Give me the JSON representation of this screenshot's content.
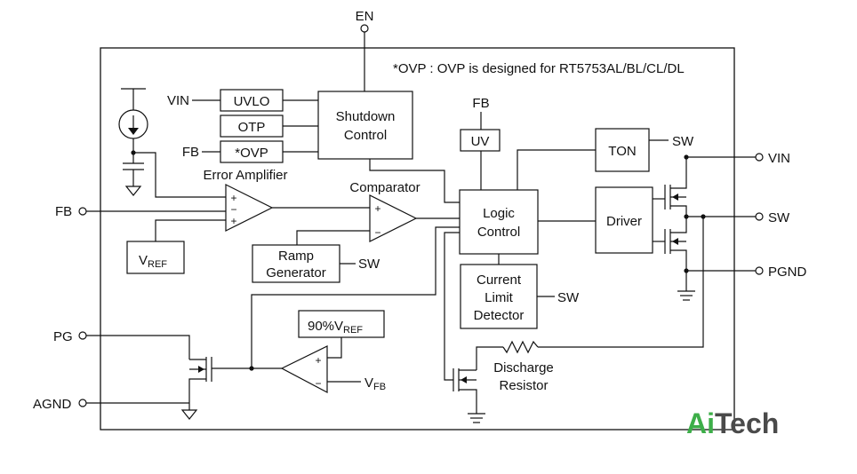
{
  "note": "*OVP : OVP is designed for RT5753AL/BL/CL/DL",
  "pins": {
    "en": "EN",
    "fb_left": "FB",
    "pg": "PG",
    "agnd": "AGND",
    "vin_right": "VIN",
    "sw_right": "SW",
    "pgnd": "PGND"
  },
  "blocks": {
    "uvlo": "UVLO",
    "otp": "OTP",
    "ovp": "*OVP",
    "shutdown_line1": "Shutdown",
    "shutdown_line2": "Control",
    "uv": "UV",
    "logic_line1": "Logic",
    "logic_line2": "Control",
    "ton": "TON",
    "driver": "Driver",
    "ramp_line1": "Ramp",
    "ramp_line2": "Generator",
    "current_line1": "Current",
    "current_line2": "Limit",
    "current_line3": "Detector",
    "vref_main": "V",
    "vref_sub": "REF",
    "pct_main": "90%V",
    "pct_sub": "REF"
  },
  "labels": {
    "vin_in": "VIN",
    "fb_in": "FB",
    "error_amp": "Error Amplifier",
    "comparator": "Comparator",
    "fb_top": "FB",
    "sw_ton": "SW",
    "sw_ramp": "SW",
    "sw_current": "SW",
    "discharge_line1": "Discharge",
    "discharge_line2": "Resistor",
    "vfb_main": "V",
    "vfb_sub": "FB",
    "plus": "+",
    "minus": "−"
  },
  "logo": {
    "part1": "Ai",
    "part2": "Tech",
    "color1": "#3dae49",
    "color2": "#4a4a4a"
  }
}
